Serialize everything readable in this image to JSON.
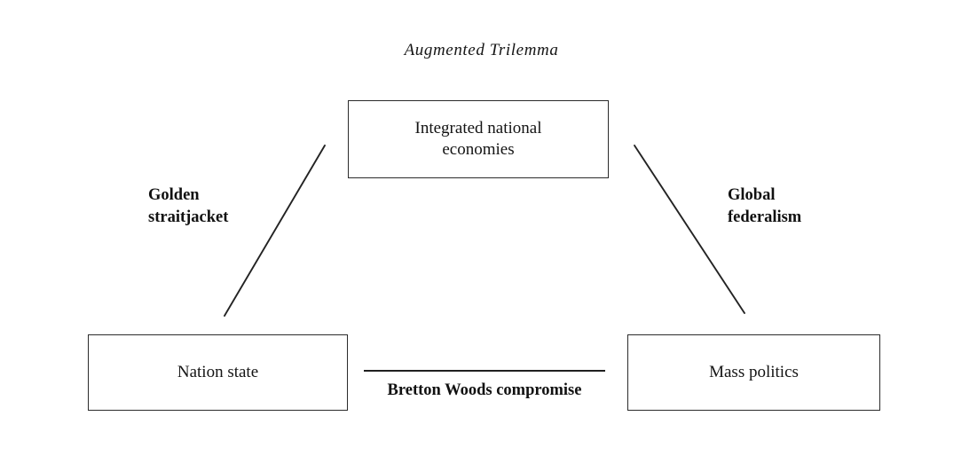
{
  "diagram": {
    "title": "Augmented Trilemma",
    "nodes": [
      {
        "id": "integrated-national-economies",
        "label": "Integrated national\neconomies",
        "line1": "Integrated national",
        "line2": "economies"
      },
      {
        "id": "nation-state",
        "label": "Nation state"
      },
      {
        "id": "mass-politics",
        "label": "Mass politics"
      }
    ],
    "edges": [
      {
        "id": "golden-straitjacket",
        "label": "Golden\nstraitjacket",
        "line1": "Golden",
        "line2": "straitjacket",
        "connects": [
          "nation-state",
          "integrated-national-economies"
        ]
      },
      {
        "id": "global-federalism",
        "label": "Global\nfederalism",
        "line1": "Global",
        "line2": "federalism",
        "connects": [
          "integrated-national-economies",
          "mass-politics"
        ]
      },
      {
        "id": "bretton-woods-compromise",
        "label": "Bretton Woods compromise",
        "connects": [
          "nation-state",
          "mass-politics"
        ]
      }
    ],
    "colors": {
      "background": "#ffffff",
      "stroke": "#2b2b2b",
      "text": "#141414"
    }
  }
}
